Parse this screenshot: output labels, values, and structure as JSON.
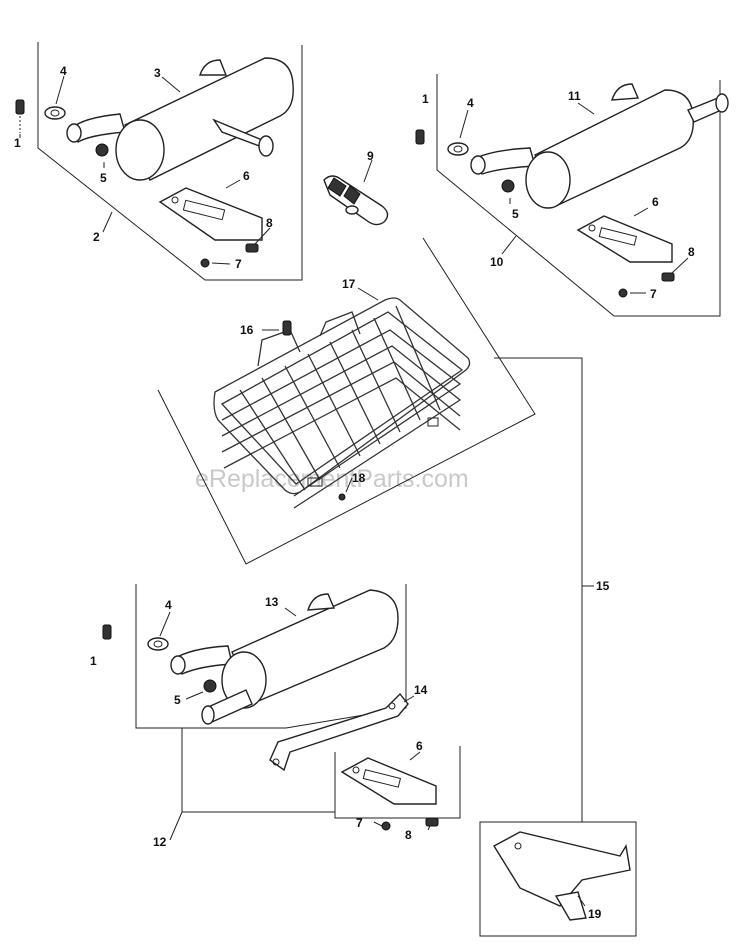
{
  "watermark": "eReplacementParts.com",
  "callouts": {
    "c1a": "1",
    "c1b": "1",
    "c1c": "1",
    "c2": "2",
    "c3": "3",
    "c4a": "4",
    "c4b": "4",
    "c4c": "4",
    "c5a": "5",
    "c5b": "5",
    "c5c": "5",
    "c6a": "6",
    "c6b": "6",
    "c6c": "6",
    "c7a": "7",
    "c7b": "7",
    "c7c": "7",
    "c8a": "8",
    "c8b": "8",
    "c8c": "8",
    "c9": "9",
    "c10": "10",
    "c11": "11",
    "c12": "12",
    "c13": "13",
    "c14": "14",
    "c15": "15",
    "c16": "16",
    "c17": "17",
    "c18": "18",
    "c19": "19"
  }
}
